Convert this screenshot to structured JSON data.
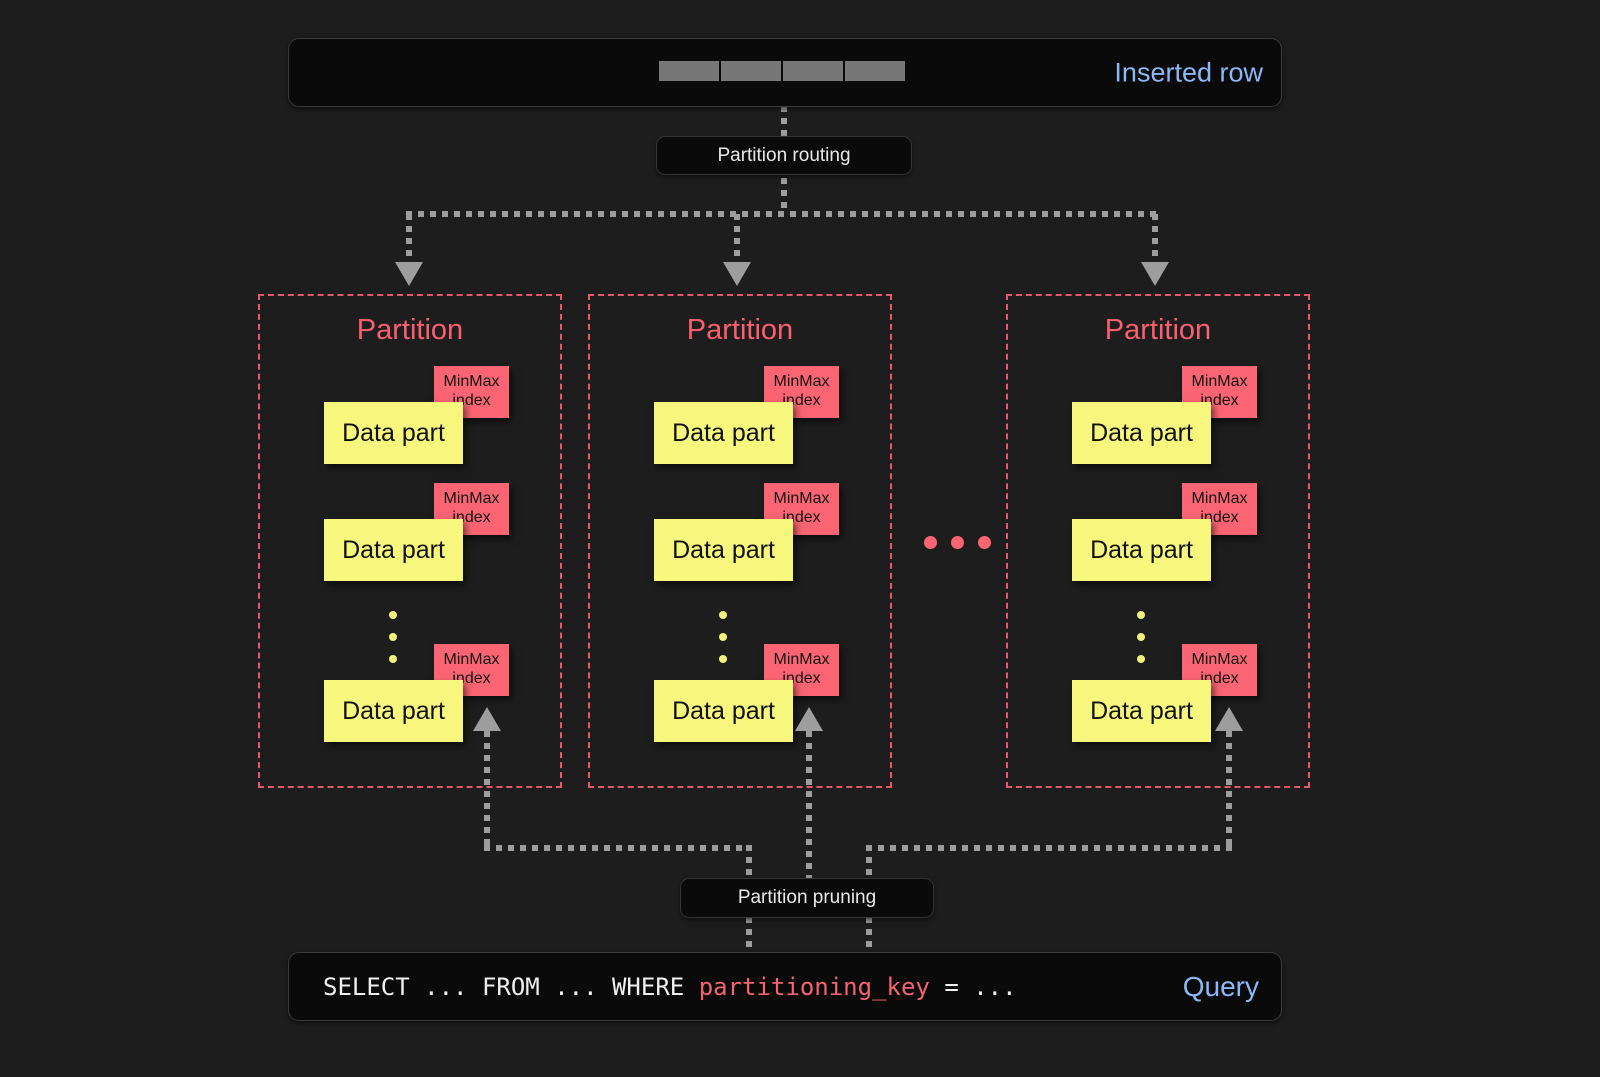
{
  "diagram": {
    "title": "Partitioning and partition pruning",
    "background": "#1d1d1d",
    "colors": {
      "accent_blue": "#8cb8f5",
      "partition_red": "#fa5f6f",
      "minmax_red": "#fb6573",
      "datapart_yellow": "#f7f77e",
      "connector_gray": "#9d9d9d",
      "panel_black": "#0a0a0a"
    }
  },
  "top_bar": {
    "label": "Inserted row",
    "cell_count": 4,
    "cells": [
      "",
      "",
      "",
      ""
    ]
  },
  "routing": {
    "label": "Partition routing"
  },
  "pruning": {
    "label": "Partition pruning"
  },
  "partitions": [
    {
      "title": "Partition",
      "parts": [
        {
          "part_label": "Data part",
          "index_label": "MinMax\nindex"
        },
        {
          "part_label": "Data part",
          "index_label": "MinMax\nindex"
        },
        {
          "part_label": "Data part",
          "index_label": "MinMax\nindex"
        }
      ],
      "ellipsis": "vertical"
    },
    {
      "title": "Partition",
      "parts": [
        {
          "part_label": "Data part",
          "index_label": "MinMax\nindex"
        },
        {
          "part_label": "Data part",
          "index_label": "MinMax\nindex"
        },
        {
          "part_label": "Data part",
          "index_label": "MinMax\nindex"
        }
      ],
      "ellipsis": "vertical"
    },
    {
      "title": "Partition",
      "parts": [
        {
          "part_label": "Data part",
          "index_label": "MinMax\nindex"
        },
        {
          "part_label": "Data part",
          "index_label": "MinMax\nindex"
        },
        {
          "part_label": "Data part",
          "index_label": "MinMax\nindex"
        }
      ],
      "ellipsis": "vertical"
    }
  ],
  "between_partitions_ellipsis": "• • •",
  "labels": {
    "minmax_line1": "MinMax",
    "minmax_line2": "index",
    "data_part": "Data part",
    "partition": "Partition"
  },
  "query_bar": {
    "prefix": "SELECT ... FROM ... WHERE ",
    "key": "partitioning_key",
    "suffix": " = ...",
    "label": "Query"
  }
}
